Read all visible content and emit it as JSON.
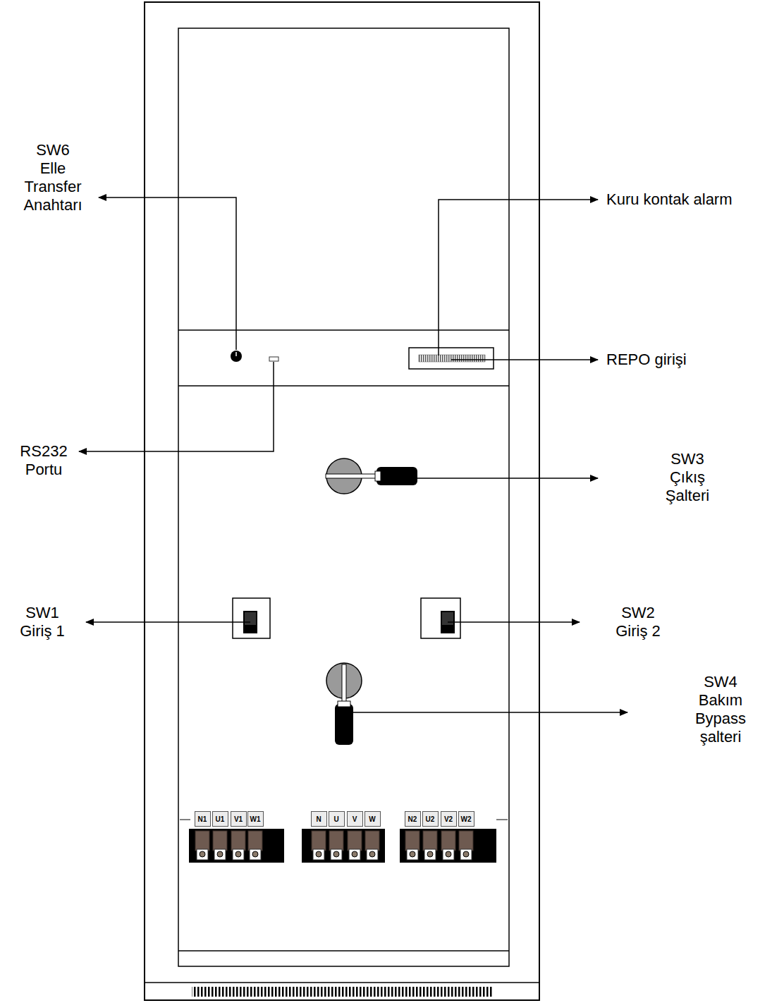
{
  "diagram": {
    "nodes": [
      {
        "text": [
          "N1"
        ]
      },
      {
        "text": [
          "U1"
        ]
      },
      {
        "text": [
          "V1"
        ]
      },
      {
        "text": [
          "W1"
        ]
      },
      {
        "text": [
          "N"
        ]
      },
      {
        "text": [
          "U"
        ]
      },
      {
        "text": [
          "V"
        ]
      },
      {
        "text": [
          "W"
        ]
      },
      {
        "text": [
          "N2"
        ]
      },
      {
        "text": [
          "U2"
        ]
      },
      {
        "text": [
          "V2"
        ]
      },
      {
        "text": [
          "W2"
        ]
      }
    ],
    "labels": [
      "SW6 Elle Transfer Anahtarı",
      "Kuru kontak alarm",
      "REPO girişi",
      "RS232 Portu",
      "SW3 Çıkış Şalteri",
      "SW1",
      "Giriş 1",
      "SW2",
      "Giriş 2",
      "SW4 Bakım Bypass şalteri"
    ]
  }
}
